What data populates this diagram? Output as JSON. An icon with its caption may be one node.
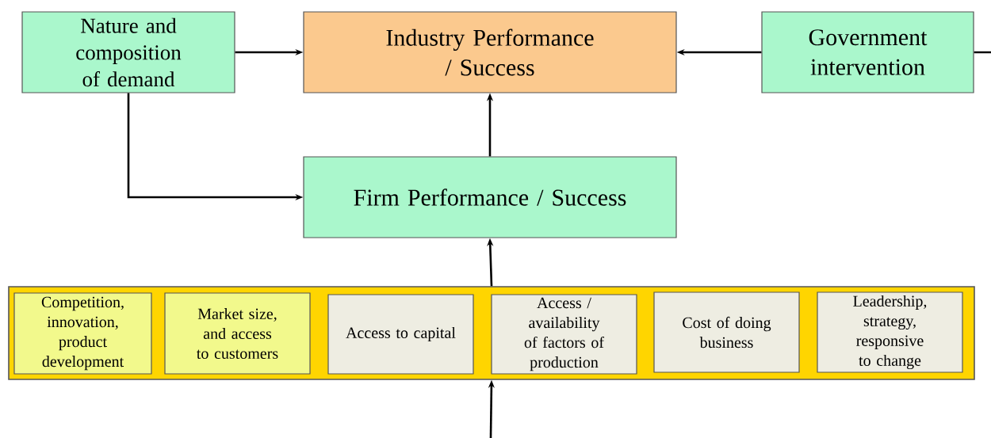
{
  "diagram": {
    "nodes": [
      {
        "text": [
          "Nature and composition of demand"
        ]
      },
      {
        "text": [
          "Industry Performance / Success"
        ]
      },
      {
        "text": [
          "Government intervention"
        ]
      },
      {
        "text": [
          "Firm Performance / Success"
        ]
      },
      {
        "text": [],
        "shape": "box"
      },
      {
        "text": [
          "Competition, innovation, product development"
        ],
        "in": 4
      },
      {
        "text": [
          "Market size, and access to customers"
        ],
        "in": 4
      },
      {
        "text": [
          "Access to capital"
        ],
        "in": 4
      },
      {
        "text": [
          "Access / availability of factors of production"
        ],
        "in": 4
      },
      {
        "text": [
          "Cost of doing business"
        ],
        "in": 4
      },
      {
        "text": [
          "Leadership, strategy, responsive to change"
        ],
        "in": 4
      }
    ],
    "edges": [
      {
        "from": 0,
        "to": 1,
        "arrow": "to"
      },
      {
        "from": 2,
        "to": 1,
        "arrow": "to"
      },
      {
        "from": 2,
        "to": null,
        "arrow": "none"
      },
      {
        "from": 0,
        "to": 3,
        "arrow": "to"
      },
      {
        "from": 3,
        "to": 1,
        "arrow": "to"
      },
      {
        "from": 4,
        "to": 3,
        "arrow": "to"
      },
      {
        "from": null,
        "to": 4,
        "arrow": "to"
      }
    ]
  }
}
